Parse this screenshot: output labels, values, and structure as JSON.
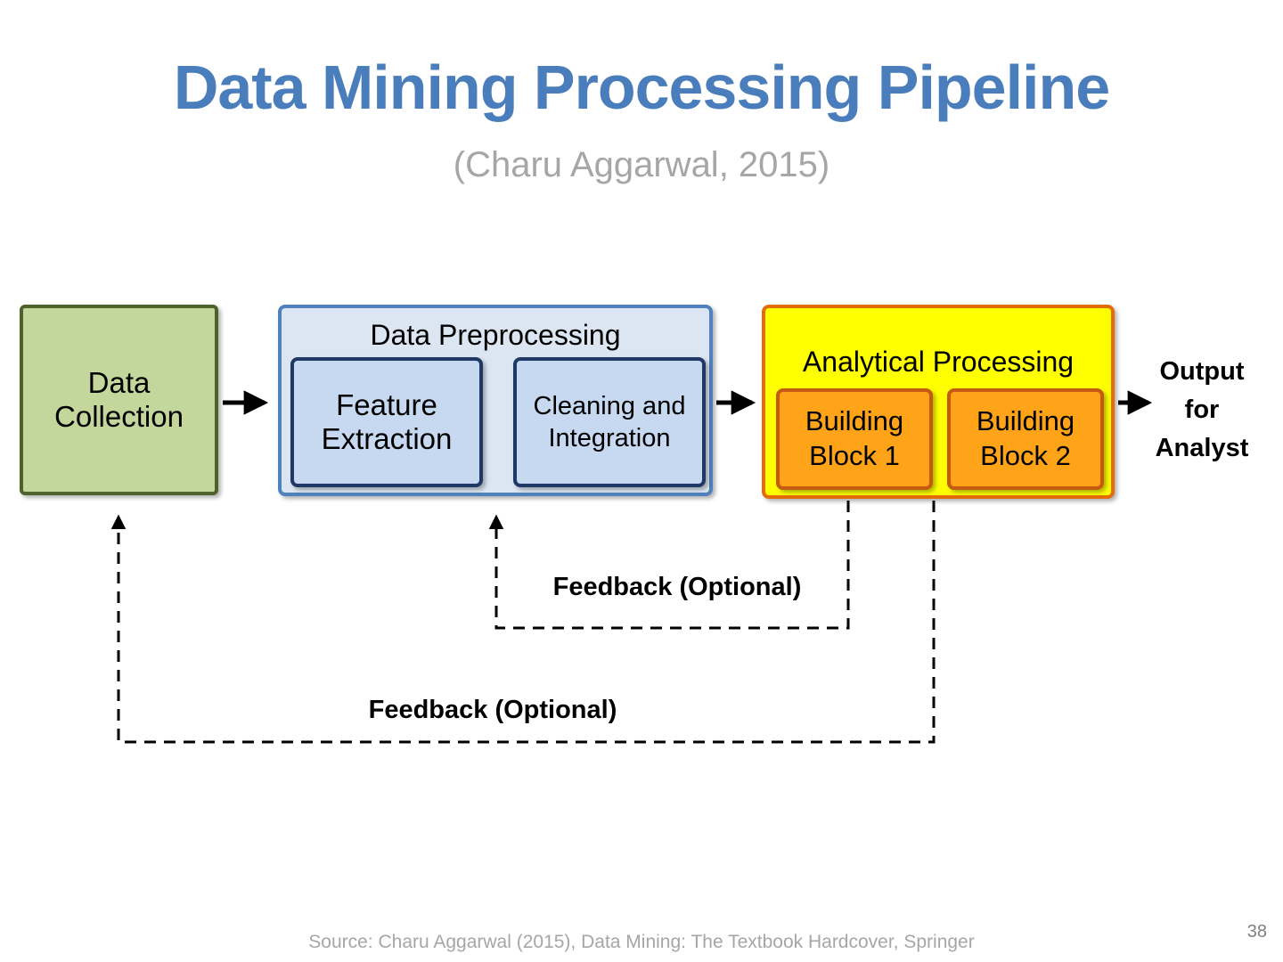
{
  "slide": {
    "title": "Data Mining Processing Pipeline",
    "subtitle": "(Charu Aggarwal, 2015)",
    "source": "Source: Charu Aggarwal (2015), Data Mining: The Textbook Hardcover, Springer",
    "page_number": "38"
  },
  "pipeline": {
    "data_collection": "Data Collection",
    "preprocessing_title": "Data Preprocessing",
    "feature_extraction": "Feature Extraction",
    "cleaning_integration": "Cleaning and Integration",
    "analytical_title": "Analytical Processing",
    "building_block_1": "Building Block 1",
    "building_block_2": "Building Block 2",
    "output": "Output for Analyst",
    "feedback_upper": "Feedback (Optional)",
    "feedback_lower": "Feedback (Optional)"
  },
  "colors": {
    "title_text": "#4a7dbb",
    "subtitle_text": "#a6a6a6",
    "collection_fill": "#c3d69b",
    "collection_border": "#50622b",
    "preprocessing_fill": "#dce6f2",
    "preprocessing_border": "#4f81bd",
    "inner_box_fill": "#c6d9f0",
    "inner_box_border": "#1f3864",
    "analytical_fill": "#ffff00",
    "analytical_border": "#e36c09",
    "building_block_fill": "#ffa319",
    "building_block_border": "#c55a11",
    "arrow": "#000000"
  }
}
